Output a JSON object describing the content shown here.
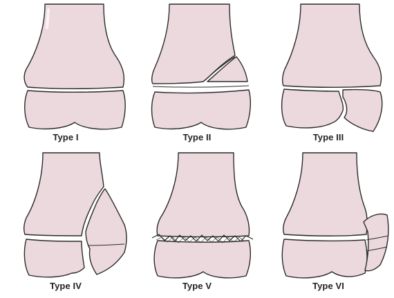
{
  "figure": {
    "panels": [
      {
        "label": "Type I"
      },
      {
        "label": "Type II"
      },
      {
        "label": "Type III"
      },
      {
        "label": "Type IV"
      },
      {
        "label": "Type V"
      },
      {
        "label": "Type VI"
      }
    ]
  },
  "colors": {
    "bone_fill": "#ecd9dd",
    "outline": "#2a2a2a",
    "background": "#ffffff"
  }
}
